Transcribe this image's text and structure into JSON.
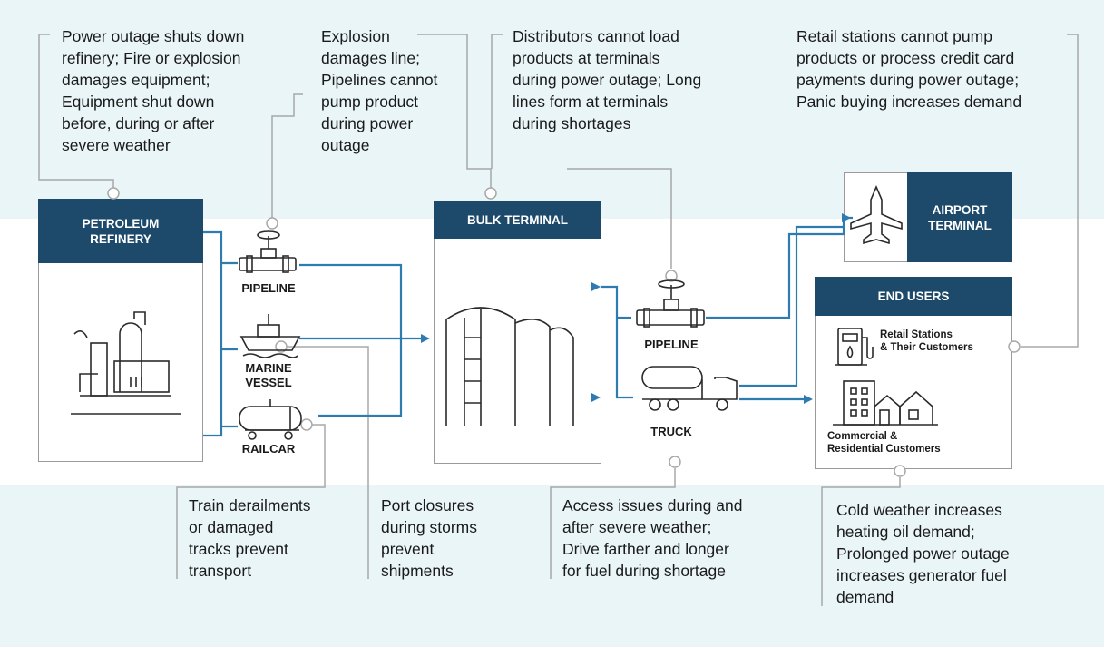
{
  "callouts": {
    "refinery": "Power outage shuts down\nrefinery; Fire or explosion\ndamages equipment;\nEquipment shut down\nbefore, during or after\nsevere weather",
    "pipeline": "Explosion\ndamages line;\nPipelines cannot\npump product\nduring power\noutage",
    "distributors": "Distributors cannot load\nproducts at terminals\nduring power outage; Long\nlines form at terminals\nduring shortages",
    "retail": "Retail stations cannot pump\nproducts or process credit card\npayments during power outage;\nPanic buying increases demand",
    "train": "Train derailments\nor damaged\ntracks prevent\ntransport",
    "port": "Port closures\nduring storms\nprevent\nshipments",
    "access": "Access issues during and\nafter severe weather;\nDrive farther and longer\nfor fuel during shortage",
    "cold": "Cold weather increases\nheating oil demand;\nProlonged power outage\nincreases generator fuel\ndemand"
  },
  "nodes": {
    "refinery_title": "PETROLEUM\nREFINERY",
    "bulk_title": "BULK TERMINAL",
    "airport_title": "AIRPORT\nTERMINAL",
    "end_users_title": "END USERS"
  },
  "transport": {
    "pipeline1": "PIPELINE",
    "marine": "MARINE\nVESSEL",
    "railcar": "RAILCAR",
    "pipeline2": "PIPELINE",
    "truck": "TRUCK"
  },
  "end_users": {
    "retail": "Retail Stations\n& Their Customers",
    "commercial": "Commercial &\nResidential Customers"
  },
  "colors": {
    "navy": "#1d4a6b",
    "flow_blue": "#2e7bb0",
    "band": "#eaf5f7",
    "leader_gray": "#a8a8a8"
  }
}
